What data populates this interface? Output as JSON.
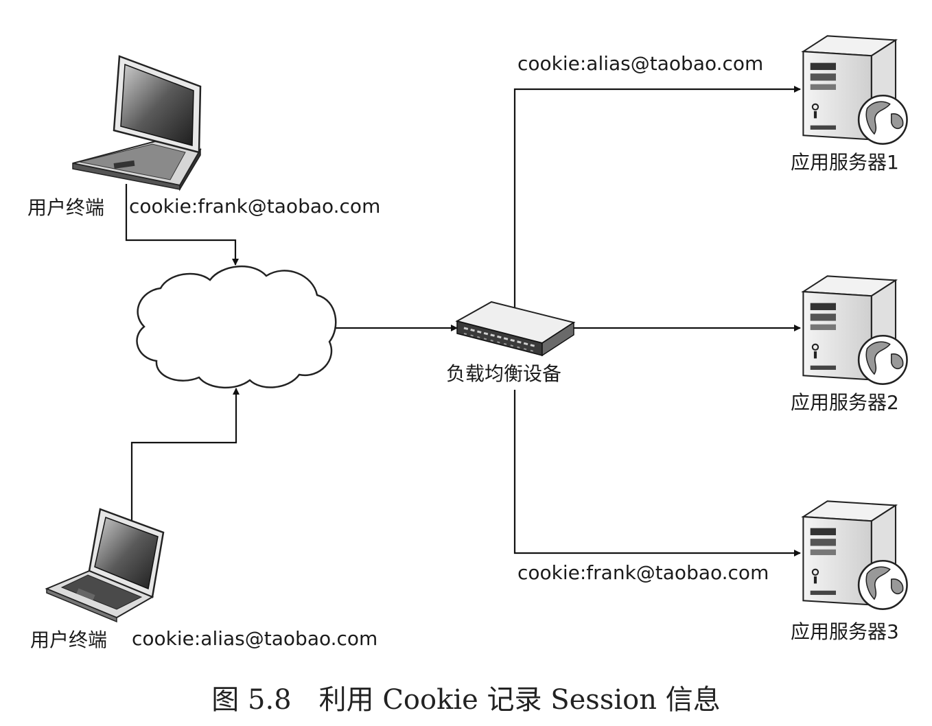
{
  "labels": {
    "client_top": "用户终端",
    "cookie_top": "cookie:frank@taobao.com",
    "client_bottom": "用户终端",
    "cookie_bottom": "cookie:alias@taobao.com",
    "load_balancer": "负载均衡设备",
    "server1": "应用服务器1",
    "server2": "应用服务器2",
    "server3": "应用服务器3",
    "cookie_server1": "cookie:alias@taobao.com",
    "cookie_server3": "cookie:frank@taobao.com"
  },
  "caption": "图 5.8　利用 Cookie 记录 Session 信息",
  "icons": {
    "client_top": "laptop-icon",
    "client_bottom": "laptop-icon",
    "internet": "cloud-icon",
    "load_balancer": "network-switch-icon",
    "servers": "server-tower-icon"
  }
}
